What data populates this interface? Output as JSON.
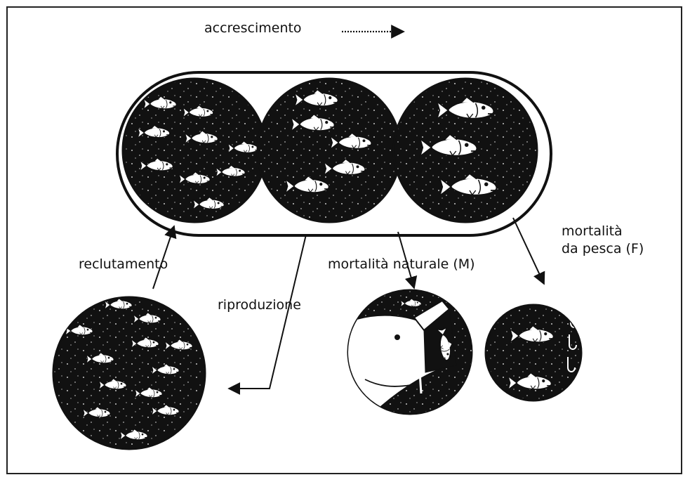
{
  "labels": {
    "growth": "accrescimento",
    "recruitment": "reclutamento",
    "reproduction": "riproduzione",
    "natural_mortality": "mortalità naturale (M)",
    "fishing_mortality_line1": "mortalità",
    "fishing_mortality_line2": "da pesca (F)"
  },
  "colors": {
    "ink": "#111111",
    "fish_fill": "#ffffff",
    "background": "#ffffff"
  },
  "icons": {
    "fish": "fish-icon",
    "predator": "predator-fish-icon",
    "hook": "fish-hook-icon"
  }
}
